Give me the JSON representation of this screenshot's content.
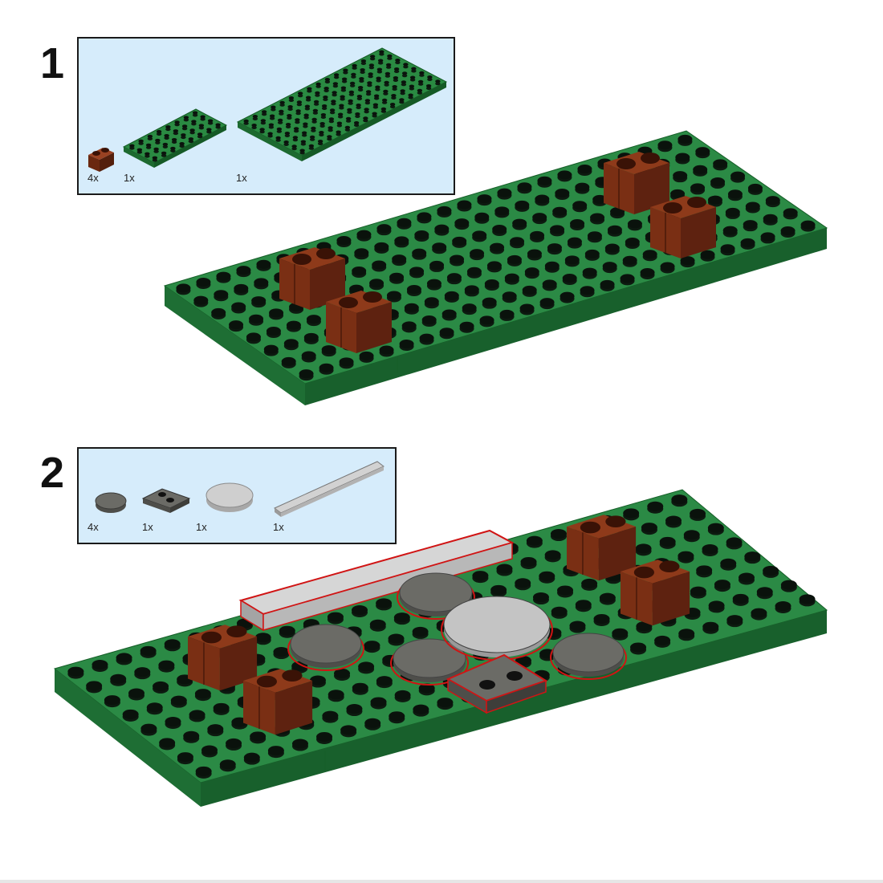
{
  "steps": [
    {
      "number": "1",
      "parts": [
        {
          "qty": "4x",
          "part": "brown-brick-1x2"
        },
        {
          "qty": "1x",
          "part": "green-plate-4x8"
        },
        {
          "qty": "1x",
          "part": "green-plate-8x16"
        }
      ]
    },
    {
      "number": "2",
      "parts": [
        {
          "qty": "4x",
          "part": "dark-grey-round-tile-2x2"
        },
        {
          "qty": "1x",
          "part": "dark-grey-plate-2x2-with-2-studs"
        },
        {
          "qty": "1x",
          "part": "light-grey-round-tile-3x3"
        },
        {
          "qty": "1x",
          "part": "light-grey-tile-1x8"
        }
      ]
    }
  ],
  "colors": {
    "parts_box_bg": "#d6ecfb",
    "baseplate_green": "#237a3a",
    "stud_dark": "#0d1a10",
    "brick_brown": "#7a2f14",
    "tile_dark_grey": "#6b6b66",
    "tile_light_grey": "#c4c4c4",
    "highlight_red": "#d01414"
  }
}
